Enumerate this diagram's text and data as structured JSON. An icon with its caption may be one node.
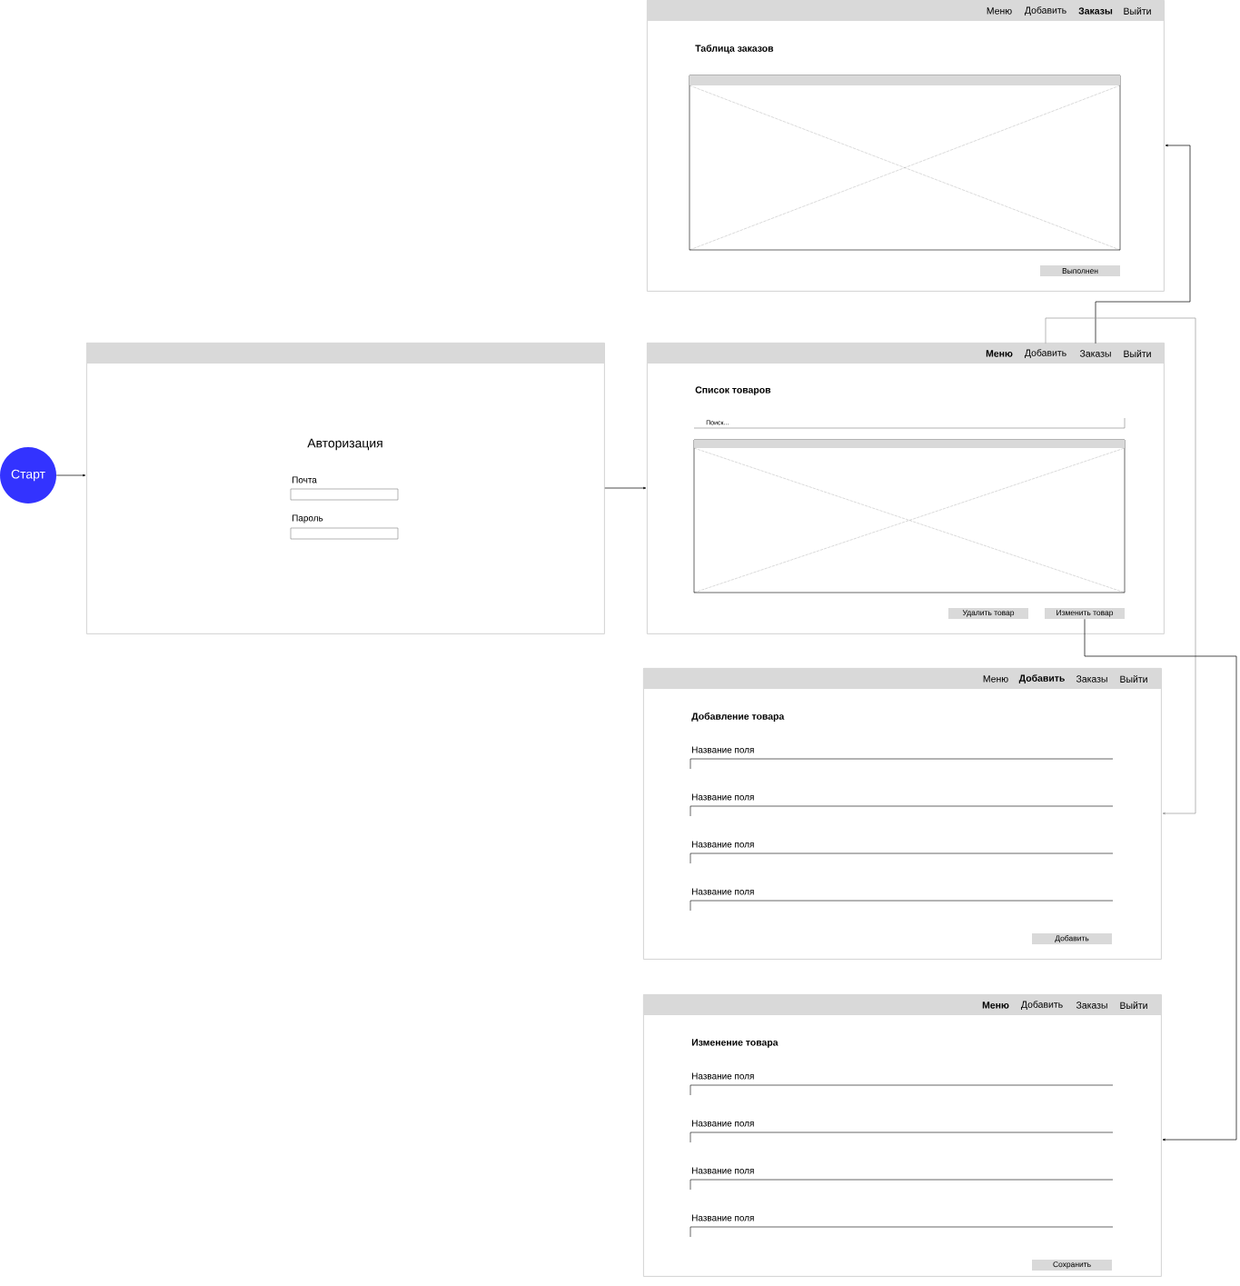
{
  "diagram": {
    "nodes": [
      {
        "text": [
          "Старт"
        ]
      },
      {
        "text": [
          "Авторизация",
          "Почта",
          "Пароль"
        ]
      },
      {
        "text": [
          "Таблица заказов"
        ]
      },
      {
        "text": [
          "Меню"
        ],
        "in": 2
      },
      {
        "text": [
          "Добавить"
        ],
        "in": 2
      },
      {
        "text": [
          "Заказы"
        ],
        "in": 2
      },
      {
        "text": [
          "Выйти"
        ],
        "in": 2
      },
      {
        "text": [
          "Выполнен"
        ],
        "in": 2
      },
      {
        "text": [
          "Список товаров",
          "Поиск..."
        ]
      },
      {
        "text": [
          "Меню"
        ],
        "in": 8
      },
      {
        "text": [
          "Добавить"
        ],
        "in": 8
      },
      {
        "text": [
          "Заказы"
        ],
        "in": 8
      },
      {
        "text": [
          "Выйти"
        ],
        "in": 8
      },
      {
        "text": [
          "Удалить товар"
        ],
        "in": 8
      },
      {
        "text": [
          "Изменить товар"
        ],
        "in": 8
      },
      {
        "text": [
          "Добавление товара",
          "Название поля",
          "Название поля",
          "Название поля",
          "Название поля"
        ]
      },
      {
        "text": [
          "Меню"
        ],
        "in": 15
      },
      {
        "text": [
          "Добавить"
        ],
        "in": 15
      },
      {
        "text": [
          "Заказы"
        ],
        "in": 15
      },
      {
        "text": [
          "Выйти"
        ],
        "in": 15
      },
      {
        "text": [
          "Добавить"
        ],
        "in": 15
      },
      {
        "text": [
          "Изменение товара",
          "Название поля",
          "Название поля",
          "Название поля",
          "Название поля"
        ]
      },
      {
        "text": [
          "Меню"
        ],
        "in": 21
      },
      {
        "text": [
          "Добавить"
        ],
        "in": 21
      },
      {
        "text": [
          "Заказы"
        ],
        "in": 21
      },
      {
        "text": [
          "Выйти"
        ],
        "in": 21
      },
      {
        "text": [
          "Сохранить"
        ],
        "in": 21
      }
    ],
    "edges": [
      {
        "from": 0,
        "to": 1,
        "arrow": "to"
      },
      {
        "from": 1,
        "to": 8,
        "arrow": "to"
      },
      {
        "from": 11,
        "to": 2,
        "arrow": "to"
      },
      {
        "from": 10,
        "to": 15,
        "arrow": "to",
        "color": "#999999"
      },
      {
        "from": 14,
        "to": 21,
        "arrow": "to"
      }
    ]
  }
}
